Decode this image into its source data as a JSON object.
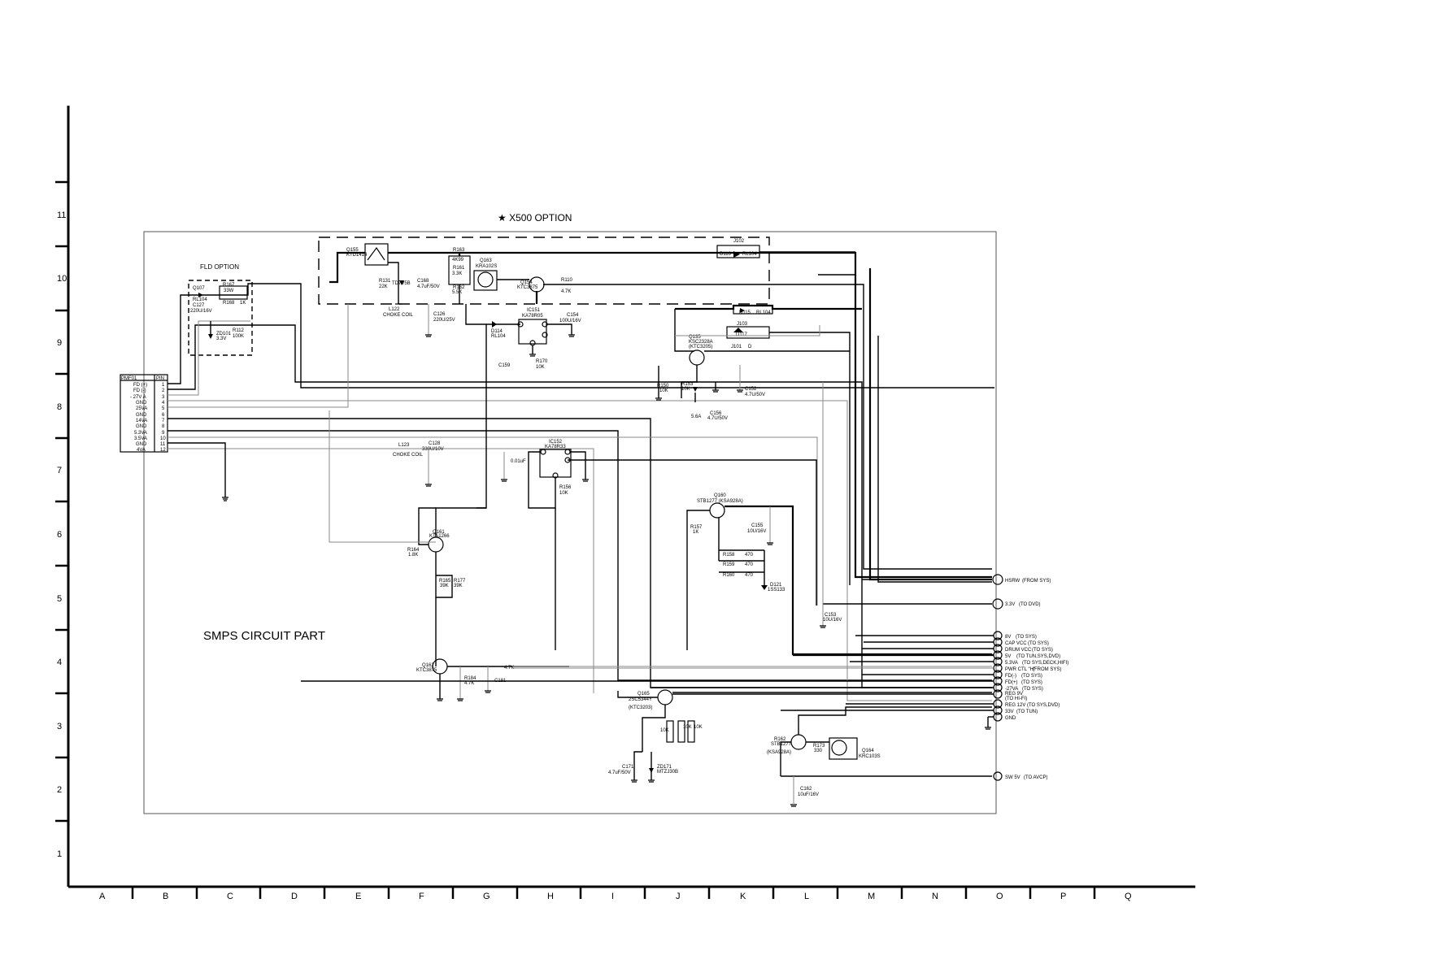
{
  "sheet": {
    "row_labels": [
      "11",
      "10",
      "9",
      "8",
      "7",
      "6",
      "5",
      "4",
      "3",
      "2",
      "1"
    ],
    "col_labels": [
      "A",
      "B",
      "C",
      "D",
      "E",
      "F",
      "G",
      "H",
      "I",
      "J",
      "K",
      "L",
      "M",
      "N",
      "O",
      "P",
      "Q"
    ]
  },
  "titles": {
    "option_x500": "★ X500 OPTION",
    "option_fld": "FLD OPTION",
    "circuit_part": "SMPS CIRCUIT PART"
  },
  "connector": {
    "header_name": "PMF01",
    "header_pin": "PIN",
    "pins": [
      {
        "name": "FD (+)",
        "num": "1"
      },
      {
        "name": "FD (-)",
        "num": "2"
      },
      {
        "name": "- 27V A",
        "num": "3"
      },
      {
        "name": "GND",
        "num": "4"
      },
      {
        "name": "25VA",
        "num": "5"
      },
      {
        "name": "GND",
        "num": "6"
      },
      {
        "name": "14VA",
        "num": "7"
      },
      {
        "name": "GND",
        "num": "8"
      },
      {
        "name": "5.3VA",
        "num": "9"
      },
      {
        "name": "3.5VA",
        "num": "10"
      },
      {
        "name": "GND",
        "num": "11"
      },
      {
        "name": "4VA",
        "num": "12"
      }
    ]
  },
  "components": [
    {
      "ref": "Q155",
      "value": "KTD1414"
    },
    {
      "ref": "R163",
      "value": "4K99"
    },
    {
      "ref": "R161",
      "value": "3.3K"
    },
    {
      "ref": "R162",
      "value": "5.5K"
    },
    {
      "ref": "Q163",
      "value": "KRA102S"
    },
    {
      "ref": "Q154",
      "value": "KTC3875"
    },
    {
      "ref": "R110",
      "value": "4.7K"
    },
    {
      "ref": "J102",
      "value": ""
    },
    {
      "ref": "D116",
      "value": "RL104"
    },
    {
      "ref": "R131",
      "value": "22K"
    },
    {
      "ref": "ZD",
      "value": "TD7V5B"
    },
    {
      "ref": "C168",
      "value": "4.7uF/50V"
    },
    {
      "ref": "L122",
      "value": "CHOKE COIL"
    },
    {
      "ref": "C126",
      "value": "220U/25V"
    },
    {
      "ref": "D114",
      "value": "RL104"
    },
    {
      "ref": "IC151",
      "value": "KA78R05"
    },
    {
      "ref": "C154",
      "value": "100U/16V"
    },
    {
      "ref": "C159",
      "value": ""
    },
    {
      "ref": "R170",
      "value": "10K"
    },
    {
      "ref": "D115",
      "value": "RL104"
    },
    {
      "ref": "J103",
      "value": ""
    },
    {
      "ref": "D117",
      "value": ""
    },
    {
      "ref": "J101",
      "value": "D"
    },
    {
      "ref": "Q135",
      "value": "KSC2328A"
    },
    {
      "ref": "Q135b",
      "value": "(KTC3205)"
    },
    {
      "ref": "R150",
      "value": "10K"
    },
    {
      "ref": "R153",
      "value": "10K"
    },
    {
      "ref": "ZD103",
      "value": "5.6A"
    },
    {
      "ref": "C156",
      "value": "4.7U/50V"
    },
    {
      "ref": "C152",
      "value": "4.7U/50V"
    },
    {
      "ref": "Q107",
      "value": "RL104"
    },
    {
      "ref": "C127",
      "value": "220U/16V"
    },
    {
      "ref": "R167",
      "value": "33W"
    },
    {
      "ref": "R168",
      "value": "1K"
    },
    {
      "ref": "ZD101",
      "value": "3.3V"
    },
    {
      "ref": "R112",
      "value": "100K"
    },
    {
      "ref": "L123",
      "value": "CHOKE COIL"
    },
    {
      "ref": "C128",
      "value": "330U/10V"
    },
    {
      "ref": "C158",
      "value": "0.01uF"
    },
    {
      "ref": "IC152",
      "value": "KA78R33"
    },
    {
      "ref": "R156",
      "value": "10K"
    },
    {
      "ref": "Q160",
      "value": "STB1277 (KSA928A)"
    },
    {
      "ref": "R157",
      "value": "1K"
    },
    {
      "ref": "C155",
      "value": "10U/16V"
    },
    {
      "ref": "R158",
      "value": "470"
    },
    {
      "ref": "R159",
      "value": "470"
    },
    {
      "ref": "R160",
      "value": "470"
    },
    {
      "ref": "D121",
      "value": "1SS133"
    },
    {
      "ref": "Q161",
      "value": "KTA1266"
    },
    {
      "ref": "R164",
      "value": "1.8K"
    },
    {
      "ref": "R165",
      "value": "39K"
    },
    {
      "ref": "R177",
      "value": "39K"
    },
    {
      "ref": "C153",
      "value": "10U/16V"
    },
    {
      "ref": "Q162",
      "value": "KTC3875"
    },
    {
      "ref": "R184",
      "value": "4.7K"
    },
    {
      "ref": "C181",
      "value": ""
    },
    {
      "ref": "R163b",
      "value": "4.7K"
    },
    {
      "ref": "Q165",
      "value": "2SC5344Y"
    },
    {
      "ref": "Q165b",
      "value": "(KTC3203)"
    },
    {
      "ref": "R172",
      "value": "10K"
    },
    {
      "ref": "R174",
      "value": "10K"
    },
    {
      "ref": "R176",
      "value": "10K"
    },
    {
      "ref": "C171",
      "value": "4.7uF/50V"
    },
    {
      "ref": "ZD171",
      "value": "MTZJ30B"
    },
    {
      "ref": "Q163b",
      "value": "STB1277"
    },
    {
      "ref": "Q163c",
      "value": "(KSA928A)"
    },
    {
      "ref": "R173",
      "value": "330"
    },
    {
      "ref": "Q164",
      "value": "KRC103S"
    },
    {
      "ref": "C162",
      "value": "10uF/16V"
    }
  ],
  "outputs": [
    {
      "name": "HSRW",
      "note": "(FROM SYS)"
    },
    {
      "name": "3.3V",
      "note": "(TO DVD)"
    },
    {
      "name": "8V",
      "note": "(TO SYS)"
    },
    {
      "name": "CAP VCC",
      "note": "(TO SYS)"
    },
    {
      "name": "DRUM VCC",
      "note": "(TO SYS)"
    },
    {
      "name": "5V",
      "note": "(TO TUN,SYS,DVD)"
    },
    {
      "name": "5.3VA",
      "note": "(TO SYS,DECK,HIFI)"
    },
    {
      "name": "PWR CTL \"H\"",
      "note": "(FROM SYS)"
    },
    {
      "name": "FD(-)",
      "note": "(TO SYS)"
    },
    {
      "name": "FD(+)",
      "note": "(TO SYS)"
    },
    {
      "name": "-27VA",
      "note": "(TO SYS)"
    },
    {
      "name": "REG 9V",
      "note": "(TO HI-FI)"
    },
    {
      "name": "REG 12V",
      "note": "(TO SYS,DVD)"
    },
    {
      "name": "33V",
      "note": "(TO TUN)"
    },
    {
      "name": "GND",
      "note": ""
    },
    {
      "name": "SW 5V",
      "note": "(TO AVCP)"
    }
  ]
}
